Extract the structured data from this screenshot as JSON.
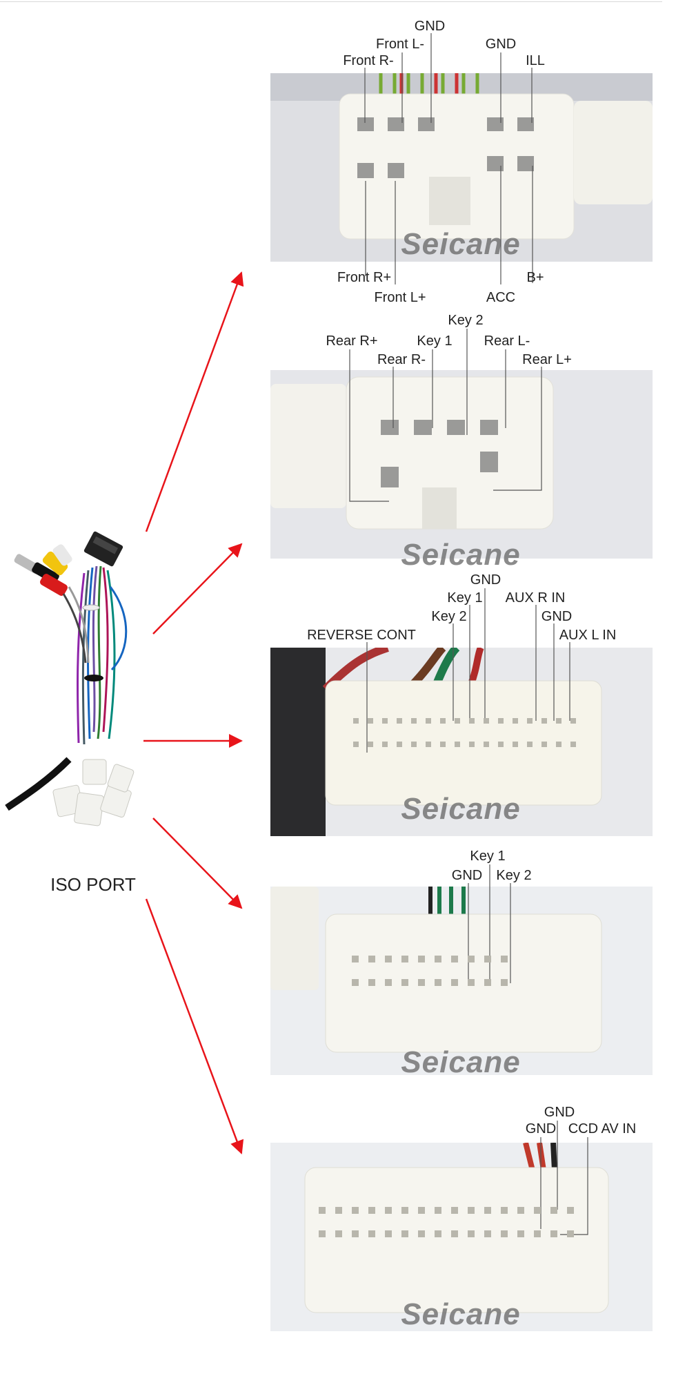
{
  "harness": {
    "label": "ISO PORT"
  },
  "watermark": "Seicane",
  "colors": {
    "arrow": "#e8141a",
    "leader": "#555555",
    "housing": "#f4f3ec"
  },
  "connectors": [
    {
      "id": "c1",
      "labels": {
        "gnd1": "GND",
        "front_l_minus": "Front L-",
        "front_r_minus": "Front R-",
        "gnd2": "GND",
        "ill": "ILL",
        "front_r_plus": "Front R+",
        "front_l_plus": "Front L+",
        "acc": "ACC",
        "b_plus": "B+"
      }
    },
    {
      "id": "c2",
      "labels": {
        "key2": "Key 2",
        "rear_r_plus": "Rear R+",
        "key1": "Key 1",
        "rear_l_minus": "Rear L-",
        "rear_r_minus": "Rear R-",
        "rear_l_plus": "Rear L+"
      }
    },
    {
      "id": "c3",
      "labels": {
        "gnd1": "GND",
        "key1": "Key 1",
        "aux_r_in": "AUX R IN",
        "key2": "Key 2",
        "gnd2": "GND",
        "reverse_cont": "REVERSE CONT",
        "aux_l_in": "AUX L IN"
      }
    },
    {
      "id": "c4",
      "labels": {
        "key1": "Key 1",
        "gnd": "GND",
        "key2": "Key 2"
      }
    },
    {
      "id": "c5",
      "labels": {
        "gnd1": "GND",
        "gnd2": "GND",
        "ccd_av_in": "CCD AV IN"
      }
    }
  ]
}
